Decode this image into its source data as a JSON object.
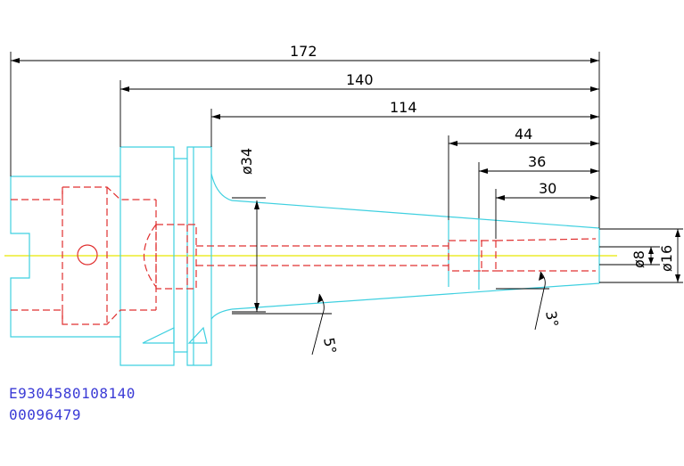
{
  "dimensions": {
    "d172": "172",
    "d140": "140",
    "d114": "114",
    "d44": "44",
    "d36": "36",
    "d30": "30",
    "dia34": "ø34",
    "dia8": "ø8",
    "dia16": "ø16",
    "angle5": "5°",
    "angle3": "3°"
  },
  "codes": {
    "line1": "E9304580108140",
    "line2": "00096479"
  },
  "colors": {
    "outline": "#3fd0e0",
    "hidden": "#e03030",
    "centerline": "#e8e800",
    "dimension": "#000000",
    "code_text": "#3b3bd6"
  }
}
